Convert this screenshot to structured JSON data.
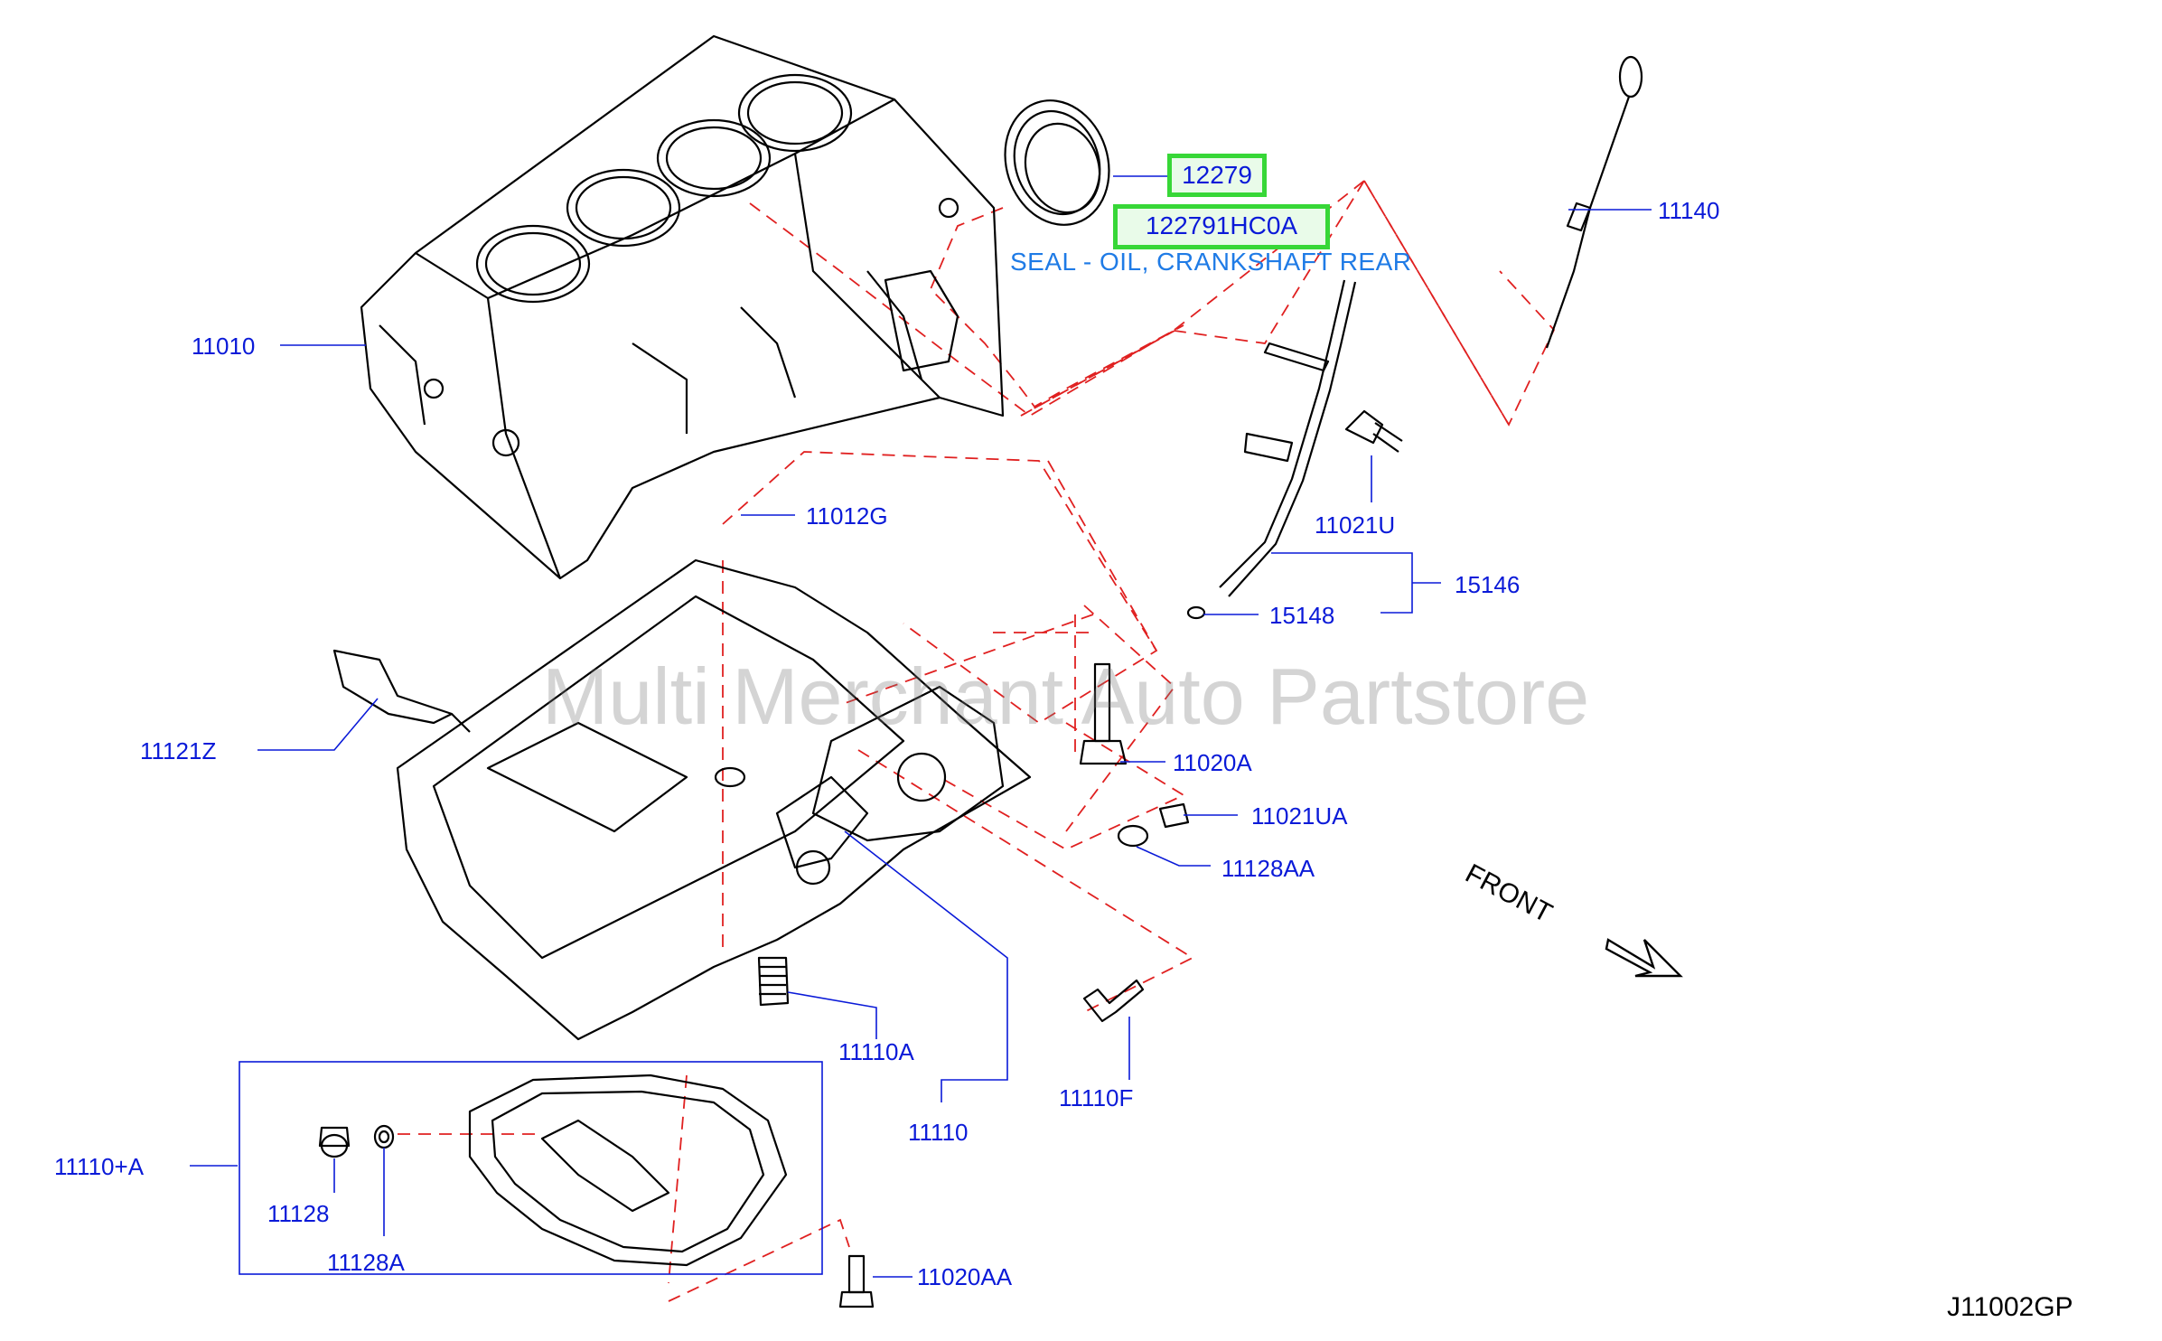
{
  "watermark": "Multi Merchant Auto Partstore",
  "diagram_code": "J11002GP",
  "front_label": "FRONT",
  "highlight": {
    "part_no": "12279",
    "part_full": "122791HC0A",
    "description": "SEAL - OIL, CRANKSHAFT REAR",
    "color": "#37d737"
  },
  "labels": {
    "p11010": "11010",
    "p11140": "11140",
    "p11012G": "11012G",
    "p11021U": "11021U",
    "p15146": "15146",
    "p15148": "15148",
    "p11121Z": "11121Z",
    "p11020A": "11020A",
    "p11021UA": "11021UA",
    "p11128AA": "11128AA",
    "p11110A": "11110A",
    "p11110": "11110",
    "p11110F": "11110F",
    "p11110plusA": "11110+A",
    "p11128": "11128",
    "p11128A": "11128A",
    "p11020AA": "11020AA"
  },
  "colors": {
    "label": "#0a1ad8",
    "description": "#1f7be6",
    "reference_line": "#e02020"
  }
}
